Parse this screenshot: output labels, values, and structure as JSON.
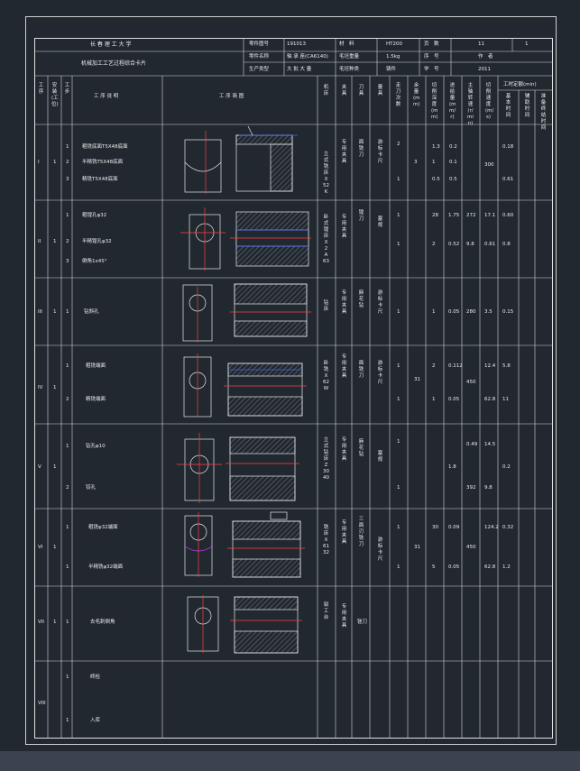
{
  "header": {
    "school": "长 春 理 工 大 学",
    "card_title": "机械加工工艺过程综合卡片",
    "part_no_label": "零件图号",
    "part_no": "191013",
    "part_name_label": "零件名称",
    "part_name": "轴 承 座(CA6140)",
    "material_label": "材　料",
    "material": "HT200",
    "blank_weight_label": "毛坯重量",
    "blank_weight": "1.5kg",
    "page_label": "页　数",
    "page_value": "11",
    "page_no": "1",
    "production_type_label": "生产类型",
    "production_type": "大 批 大 量",
    "blank_type_label": "毛坯种类",
    "blank_type": "铸件",
    "seq_label": "序　号",
    "seq_value": "作　者",
    "grade_label": "学　号",
    "grade_value": "2011"
  },
  "columns": {
    "process_no": "工序",
    "setup": "安装(工位)",
    "step": "工步",
    "content": "工 序 说 明",
    "sketch": "工 序 简 图",
    "machine": "机床",
    "fixture": "夹具",
    "cutter": "刀具",
    "gauge": "量具",
    "passes": "走刀次数",
    "allowance": "余量(mm)",
    "depth": "切削深度(mm)",
    "feed": "进给量(mm/r)",
    "speed": "主轴转速(r/min)",
    "cutting_speed": "切削速度(m/s)",
    "time_quota": "工时定额(min)",
    "basic_time": "基本时间",
    "aux_time": "辅助时间",
    "prep_time": "准备终结时间"
  },
  "rows": [
    {
      "proc": "I",
      "setup": "1",
      "steps": [
        {
          "no": "1",
          "text": "粗铣底面T5X48底面",
          "passes": "2",
          "depth": "1.3",
          "feed": "0.2",
          "basic": "0.18"
        },
        {
          "no": "2",
          "text": "半精铣T5X48底面",
          "passes": "",
          "depth": "1",
          "feed": "0.1",
          "speed": "300"
        },
        {
          "no": "3",
          "text": "精铣T5X48底面",
          "passes": "1",
          "depth": "0.5",
          "feed": "0.5",
          "basic": "0.61"
        }
      ],
      "allowance": "3",
      "machine": "立式铣床X52K",
      "fixture": "专用夹具",
      "cutter": "面铣刀",
      "gauge": "游标卡尺"
    },
    {
      "proc": "II",
      "setup": "1",
      "steps": [
        {
          "no": "1",
          "text": "粗镗孔φ32",
          "passes": "1",
          "depth": "28",
          "feed": "1.75",
          "speed": "272",
          "cs": "17.1",
          "basic": "0.60"
        },
        {
          "no": "2",
          "text": "半精镗孔φ32",
          "passes": "1",
          "depth": "2",
          "feed": "0.52",
          "speed": "9.8",
          "cs": "0.61",
          "basic": "0.8"
        },
        {
          "no": "3",
          "text": "倒角1x45°",
          "passes": ""
        }
      ],
      "allowance": "",
      "machine": "卧式镗床X2A63",
      "fixture": "专用夹具",
      "cutter": "镗刀",
      "gauge": "塞规"
    },
    {
      "proc": "III",
      "setup": "1",
      "steps": [
        {
          "no": "1",
          "text": "钻斜孔",
          "passes": "1",
          "depth": "1",
          "feed": "0.05",
          "speed": "280",
          "cs": "3.5",
          "basic": "0.15"
        }
      ],
      "machine": "钻床",
      "fixture": "专用夹具",
      "cutter": "麻花钻",
      "gauge": "游标卡尺"
    },
    {
      "proc": "IV",
      "setup": "1",
      "steps": [
        {
          "no": "1",
          "text": "粗铣端面",
          "passes": "1",
          "depth": "2",
          "feed": "0.112",
          "cs": "12.4",
          "basic": "5.8"
        },
        {
          "no": "2",
          "text": "精铣端面",
          "passes": "1",
          "depth": "1",
          "feed": "0.05",
          "speed": "450",
          "cs": "62.8",
          "basic": "11"
        }
      ],
      "allowance": "31",
      "machine": "卧铣X62W",
      "fixture": "专用夹具",
      "cutter": "面铣刀",
      "gauge": "游标卡尺"
    },
    {
      "proc": "V",
      "setup": "1",
      "steps": [
        {
          "no": "1",
          "text": "钻孔φ10",
          "passes": "1",
          "depth": "",
          "feed": "0.49",
          "cs": "14.5"
        },
        {
          "no": "2",
          "text": "铰孔",
          "passes": "1",
          "depth": "1.8",
          "feed": "",
          "speed": "392",
          "cs": "9.8",
          "basic": "0.2"
        }
      ],
      "machine": "立式钻床Z3040",
      "fixture": "专用夹具",
      "cutter": "麻花钻",
      "gauge": "塞规"
    },
    {
      "proc": "VI",
      "setup": "1",
      "steps": [
        {
          "no": "1",
          "text": "粗铣φ32端面",
          "passes": "1",
          "depth": "30",
          "feed": "0.09",
          "cs": "124.2",
          "basic": "0.32"
        },
        {
          "no": "1",
          "text": "半精铣φ32端面",
          "passes": "1",
          "depth": "5",
          "feed": "0.05",
          "speed": "450",
          "cs": "62.8",
          "basic": "1.2"
        }
      ],
      "allowance": "31",
      "machine": "铣床X6132",
      "fixture": "专用夹具",
      "cutter": "三面刃铣刀",
      "gauge": "游标卡尺"
    },
    {
      "proc": "VII",
      "setup": "1",
      "steps": [
        {
          "no": "1",
          "text": "去毛刺倒角"
        }
      ],
      "machine": "钳工台",
      "fixture": "专用夹具",
      "cutter": "锉刀"
    },
    {
      "proc": "VIII",
      "setup": "",
      "steps": [
        {
          "no": "1",
          "text": "终检"
        },
        {
          "no": "1",
          "text": "入库"
        }
      ]
    }
  ]
}
